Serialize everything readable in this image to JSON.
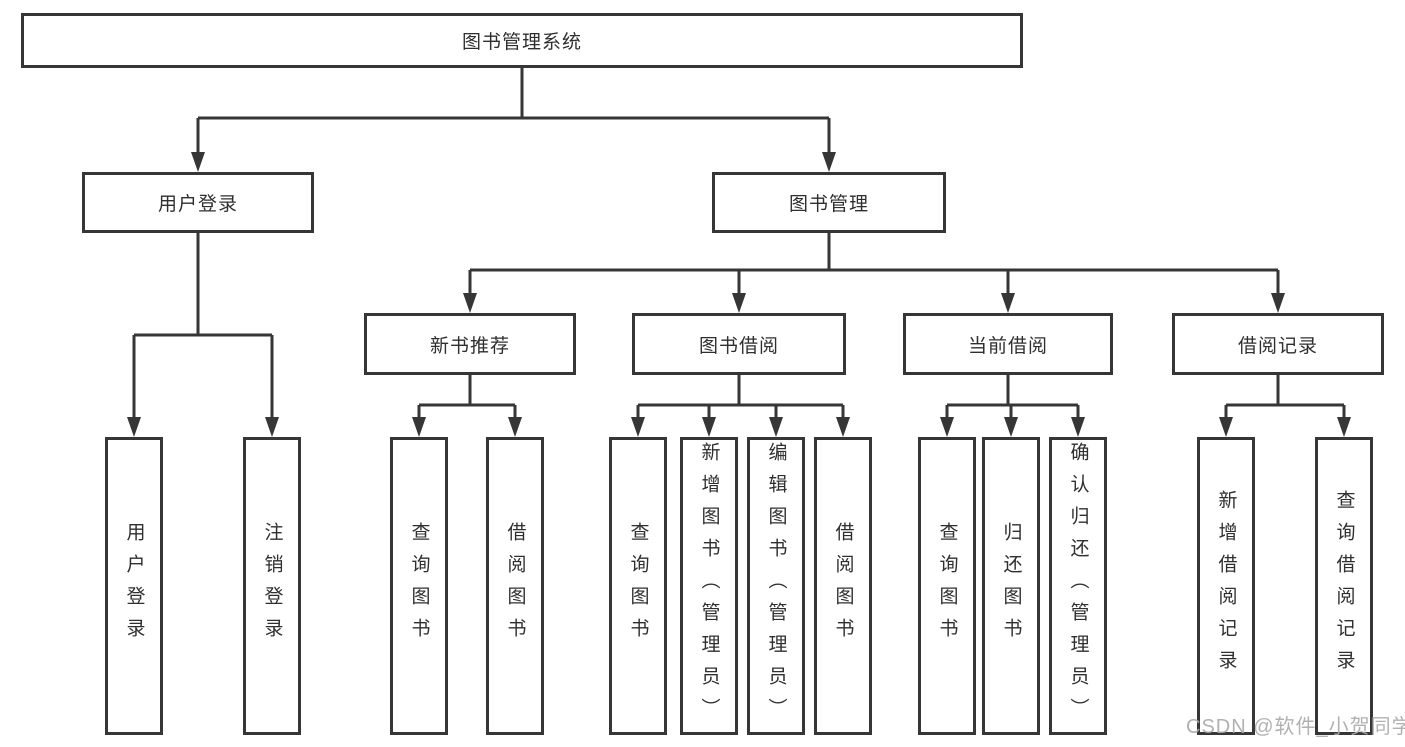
{
  "tree": {
    "root": {
      "label": "图书管理系统"
    },
    "branches": [
      {
        "label": "用户登录",
        "children": [
          {
            "label": "用户登录"
          },
          {
            "label": "注销登录"
          }
        ]
      },
      {
        "label": "图书管理",
        "children": [
          {
            "label": "新书推荐",
            "children": [
              {
                "label": "查询图书"
              },
              {
                "label": "借阅图书"
              }
            ]
          },
          {
            "label": "图书借阅",
            "children": [
              {
                "label": "查询图书"
              },
              {
                "label": "新增图书（管理员）"
              },
              {
                "label": "编辑图书（管理员）"
              },
              {
                "label": "借阅图书"
              }
            ]
          },
          {
            "label": "当前借阅",
            "children": [
              {
                "label": "查询图书"
              },
              {
                "label": "归还图书"
              },
              {
                "label": "确认归还（管理员）"
              }
            ]
          },
          {
            "label": "借阅记录",
            "children": [
              {
                "label": "新增借阅记录"
              },
              {
                "label": "查询借阅记录"
              }
            ]
          }
        ]
      }
    ]
  },
  "watermark": {
    "text": "CSDN @软件_小贺同学"
  },
  "colors": {
    "line": "#363636",
    "text": "#2f2f2f",
    "box_fill": "#ffffff",
    "watermark": "#ababab",
    "background": "#ffffff"
  }
}
